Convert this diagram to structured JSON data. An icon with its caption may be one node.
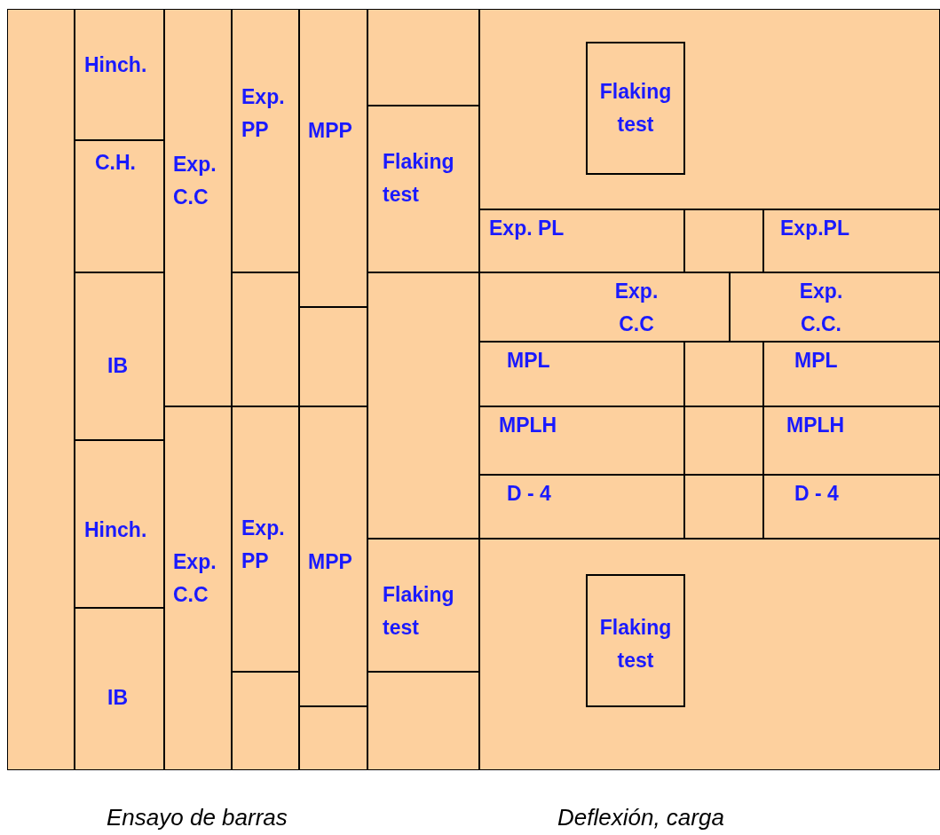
{
  "diagram": {
    "nodes": [
      {
        "text": [],
        "shape": "box"
      },
      {
        "text": [
          "Hinch."
        ]
      },
      {
        "text": [
          "C.H."
        ]
      },
      {
        "text": [
          "IB"
        ]
      },
      {
        "text": [
          "Hinch."
        ]
      },
      {
        "text": [
          "IB"
        ]
      },
      {
        "text": [
          "Exp. C.C"
        ]
      },
      {
        "text": [
          "Exp. C.C"
        ]
      },
      {
        "text": [
          "Exp. PP"
        ]
      },
      {
        "text": [],
        "shape": "box"
      },
      {
        "text": [
          "Exp. PP"
        ]
      },
      {
        "text": [],
        "shape": "box"
      },
      {
        "text": [
          "MPP"
        ]
      },
      {
        "text": [],
        "shape": "box"
      },
      {
        "text": [
          "MPP"
        ]
      },
      {
        "text": [],
        "shape": "box"
      },
      {
        "text": [],
        "shape": "box"
      },
      {
        "text": [
          "Flaking test"
        ]
      },
      {
        "text": [],
        "shape": "box"
      },
      {
        "text": [
          "Flaking test"
        ]
      },
      {
        "text": [],
        "shape": "box"
      },
      {
        "text": [],
        "shape": "box"
      },
      {
        "text": [
          "Flaking test"
        ],
        "in": 21
      },
      {
        "text": [
          "Exp. PL"
        ]
      },
      {
        "text": [],
        "shape": "box"
      },
      {
        "text": [
          "Exp.PL"
        ]
      },
      {
        "text": [
          "Exp. C.C"
        ]
      },
      {
        "text": [
          "Exp. C.C."
        ]
      },
      {
        "text": [
          "MPL"
        ]
      },
      {
        "text": [],
        "shape": "box"
      },
      {
        "text": [
          "MPL"
        ]
      },
      {
        "text": [
          "MPLH"
        ]
      },
      {
        "text": [],
        "shape": "box"
      },
      {
        "text": [
          "MPLH"
        ]
      },
      {
        "text": [
          "D - 4"
        ]
      },
      {
        "text": [],
        "shape": "box"
      },
      {
        "text": [
          "D - 4"
        ]
      },
      {
        "text": [],
        "shape": "box"
      },
      {
        "text": [
          "Flaking test"
        ],
        "in": 37
      }
    ],
    "labels": [
      "Ensayo de barras",
      "Deflexión, carga"
    ]
  }
}
